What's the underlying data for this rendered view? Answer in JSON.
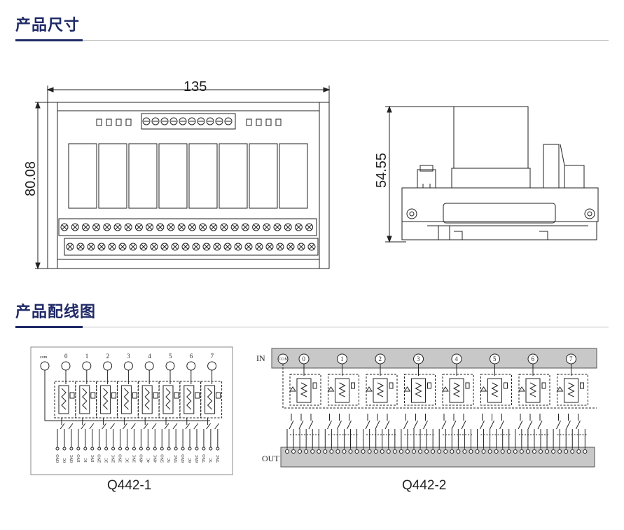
{
  "sections": {
    "dimensions_title": "产品尺寸",
    "wiring_title": "产品配线图"
  },
  "dimensions": {
    "width": "135",
    "height": "80.08",
    "depth": "54.55"
  },
  "wiring": {
    "q1": {
      "caption": "Q442-1",
      "com_label": "com",
      "channels": [
        "0",
        "1",
        "2",
        "3",
        "4",
        "5",
        "6",
        "7"
      ],
      "terminals": [
        "0NO",
        "0C",
        "0NC",
        "1NO",
        "1C",
        "1NC",
        "2NO",
        "2C",
        "2NC",
        "3NO",
        "3C",
        "3NC",
        "4NO",
        "4C",
        "4NC",
        "5NO",
        "5C",
        "5NC",
        "6NO",
        "6C",
        "6NC",
        "7NO",
        "7C",
        "7NC"
      ]
    },
    "q2": {
      "caption": "Q442-2",
      "in_label": "IN",
      "out_label": "OUT",
      "com_label": "COM",
      "channels": [
        "0",
        "1",
        "2",
        "3",
        "4",
        "5",
        "6",
        "7"
      ]
    }
  },
  "colors": {
    "title": "#1f2a66",
    "bar_fill": "#c8c8c8",
    "line": "#222222"
  }
}
